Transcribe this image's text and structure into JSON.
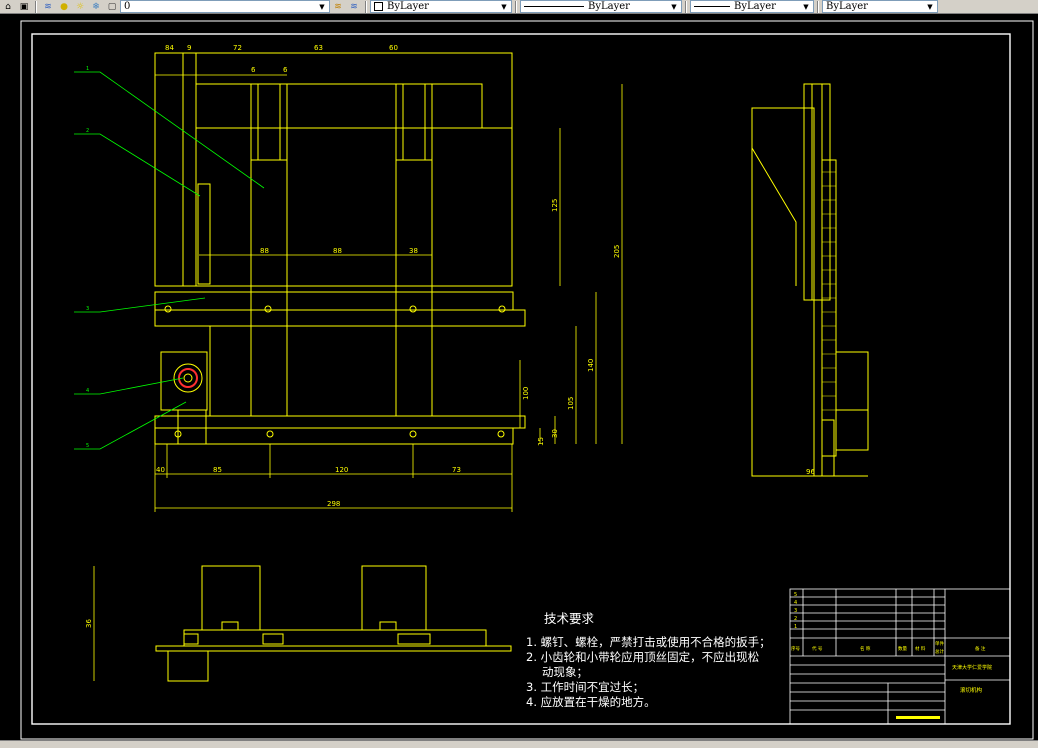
{
  "toolbar": {
    "layer_value": "0",
    "color_value": "ByLayer",
    "linetype_value": "ByLayer",
    "lineweight_value": "ByLayer",
    "plotstyle_value": "ByLayer",
    "icons": [
      "layer-manager-icon",
      "lightbulb-icon",
      "sun-icon",
      "freeze-icon",
      "lock-icon",
      "color-square-icon",
      "make-current-icon",
      "layer-previous-icon"
    ]
  },
  "colors": {
    "background": "#000000",
    "frame": "#ffffff",
    "geometry": "#ffff00",
    "dimension": "#ffff00",
    "leader": "#00ff00",
    "text": "#ffffff"
  },
  "drawing": {
    "top_dims": [
      "84",
      "9",
      "72",
      "63",
      "60"
    ],
    "small_dims": [
      "6",
      "6"
    ],
    "mid_dims": [
      "88",
      "88",
      "38"
    ],
    "bottom_dims": [
      "40",
      "85",
      "120",
      "73"
    ],
    "overall_width": "298",
    "right_dims": [
      "125",
      "205",
      "140",
      "105",
      "15",
      "30",
      "100"
    ],
    "side_view_width": "96",
    "bottom_view_height": "36",
    "leader_labels": [
      "1",
      "2",
      "3",
      "4",
      "5"
    ]
  },
  "tech_requirements": {
    "title": "技术要求",
    "items": [
      "1. 螺钉、螺栓，严禁打击或使用不合格的扳手；",
      "2. 小齿轮和小带轮应用顶丝固定，不应出现松",
      "动现象；",
      "3. 工作时间不宜过长；",
      "4. 应放置在干燥的地方。"
    ]
  },
  "title_block": {
    "school": "天津大学仁爱学院",
    "drawing_name": "滚切机构",
    "row_numbers": [
      "5",
      "4",
      "3",
      "2",
      "1"
    ],
    "header": [
      "序号",
      "代 号",
      "名 称",
      "数量",
      "材 料",
      "单件",
      "总计",
      "备 注"
    ]
  }
}
